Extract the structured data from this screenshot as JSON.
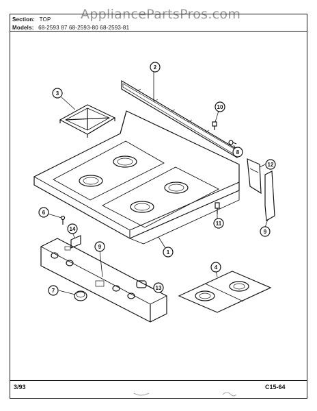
{
  "watermark": "AppliancePartsPros.com",
  "header": {
    "section_label": "Section:",
    "section_value": "TOP",
    "models_label": "Models:",
    "models_value": "68-2593 87   68-2593-80   68-2593-81"
  },
  "footer": {
    "date": "3/93",
    "page_code": "C15-64"
  },
  "callouts": [
    "1",
    "2",
    "3",
    "4",
    "6",
    "7",
    "8",
    "9",
    "9",
    "10",
    "11",
    "12",
    "13",
    "14"
  ],
  "parts": [
    {
      "id": "main-top",
      "callout": "1"
    },
    {
      "id": "backguard-trim",
      "callout": "2"
    },
    {
      "id": "burner-grate",
      "callout": "3"
    },
    {
      "id": "burner-bowl-insert",
      "callout": "4"
    },
    {
      "id": "screw",
      "callout": "6"
    },
    {
      "id": "control-knob",
      "callout": "7"
    },
    {
      "id": "screw-right",
      "callout": "8"
    },
    {
      "id": "control-panel",
      "callout": "9"
    },
    {
      "id": "side-trim",
      "callout": "9"
    },
    {
      "id": "clip",
      "callout": "10"
    },
    {
      "id": "fastener",
      "callout": "11"
    },
    {
      "id": "hinge-bracket",
      "callout": "12"
    },
    {
      "id": "knob-insert",
      "callout": "13"
    },
    {
      "id": "panel-bracket",
      "callout": "14"
    }
  ]
}
